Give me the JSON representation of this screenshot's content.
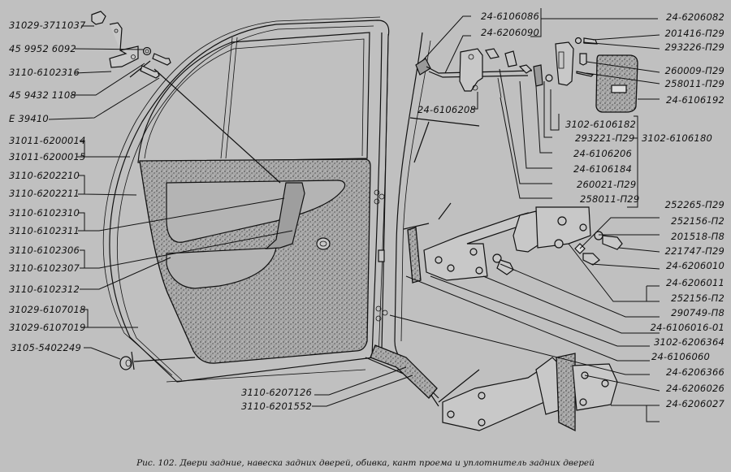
{
  "diagram": {
    "figure_number": "102",
    "caption": "Рис. 102. Двери задние, навеска задних дверей, обивка, кант проема и уплотнитель задних дверей",
    "callouts_left": [
      {
        "id": "l1",
        "part_no": "31029-3711037"
      },
      {
        "id": "l2",
        "part_no": "45 9952 6092"
      },
      {
        "id": "l3",
        "part_no": "3110-6102316"
      },
      {
        "id": "l4",
        "part_no": "45 9432 1108"
      },
      {
        "id": "l5",
        "part_no": "E 39410"
      },
      {
        "id": "l6",
        "part_no": "31011-6200014"
      },
      {
        "id": "l7",
        "part_no": "31011-6200015"
      },
      {
        "id": "l8",
        "part_no": "3110-6202210"
      },
      {
        "id": "l9",
        "part_no": "3110-6202211"
      },
      {
        "id": "l10",
        "part_no": "3110-6102310"
      },
      {
        "id": "l11",
        "part_no": "3110-6102311"
      },
      {
        "id": "l12",
        "part_no": "3110-6102306"
      },
      {
        "id": "l13",
        "part_no": "3110-6102307"
      },
      {
        "id": "l14",
        "part_no": "3110-6102312"
      },
      {
        "id": "l15",
        "part_no": "31029-6107018"
      },
      {
        "id": "l16",
        "part_no": "31029-6107019"
      },
      {
        "id": "l17",
        "part_no": "3105-5402249"
      }
    ],
    "callouts_top": [
      {
        "id": "t1",
        "part_no": "24-6106086"
      },
      {
        "id": "t2",
        "part_no": "24-6206090"
      },
      {
        "id": "t3",
        "part_no": "24-6106208"
      }
    ],
    "callouts_right": [
      {
        "id": "r1",
        "part_no": "24-6206082"
      },
      {
        "id": "r2",
        "part_no": "201416-П29"
      },
      {
        "id": "r3",
        "part_no": "293226-П29"
      },
      {
        "id": "r4",
        "part_no": "260009-П29"
      },
      {
        "id": "r5",
        "part_no": "258011-П29"
      },
      {
        "id": "r6",
        "part_no": "24-6106192"
      },
      {
        "id": "r7",
        "part_no": "3102-6106180"
      },
      {
        "id": "r8",
        "part_no": "252265-П29"
      },
      {
        "id": "r9",
        "part_no": "252156-П2"
      },
      {
        "id": "r10",
        "part_no": "201518-П8"
      },
      {
        "id": "r11",
        "part_no": "221747-П29"
      },
      {
        "id": "r12",
        "part_no": "24-6206010"
      },
      {
        "id": "r13",
        "part_no": "24-6206011"
      },
      {
        "id": "r14",
        "part_no": "252156-П2"
      },
      {
        "id": "r15",
        "part_no": "290749-П8"
      },
      {
        "id": "r16",
        "part_no": "24-6106016-01"
      },
      {
        "id": "r17",
        "part_no": "3102-6206364"
      },
      {
        "id": "r18",
        "part_no": "24-6106060"
      },
      {
        "id": "r19",
        "part_no": "24-6206366"
      },
      {
        "id": "r20",
        "part_no": "24-6206026"
      },
      {
        "id": "r21",
        "part_no": "24-6206027"
      }
    ],
    "callouts_center": [
      {
        "id": "c1",
        "part_no": "3102-6106182"
      },
      {
        "id": "c2",
        "part_no": "293221-П29"
      },
      {
        "id": "c3",
        "part_no": "24-6106206"
      },
      {
        "id": "c4",
        "part_no": "24-6106184"
      },
      {
        "id": "c5",
        "part_no": "260021-П29"
      },
      {
        "id": "c6",
        "part_no": "258011-П29"
      }
    ],
    "callouts_bottom": [
      {
        "id": "b1",
        "part_no": "3110-6207126"
      },
      {
        "id": "b2",
        "part_no": "3110-6201552"
      }
    ]
  }
}
